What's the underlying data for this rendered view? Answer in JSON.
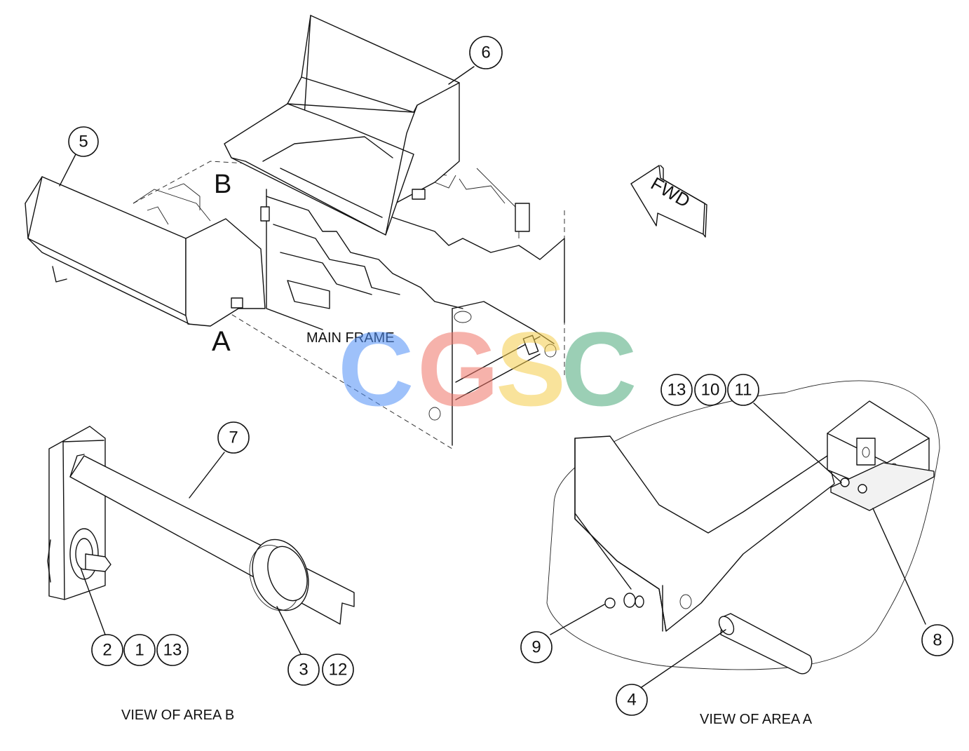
{
  "callouts": {
    "c1": "1",
    "c2": "2",
    "c3": "3",
    "c4": "4",
    "c5": "5",
    "c6": "6",
    "c7": "7",
    "c8": "8",
    "c9": "9",
    "c10": "10",
    "c11": "11",
    "c12": "12",
    "c13a": "13",
    "c13b": "13"
  },
  "labels": {
    "area_b_letter": "B",
    "area_a_letter": "A",
    "main_frame": "MAIN FRAME",
    "fwd": "FWD",
    "view_area_b": "VIEW OF AREA B",
    "view_area_a": "VIEW OF AREA A"
  },
  "watermark": {
    "letters": [
      "C",
      "G",
      "S",
      "C"
    ],
    "colors": [
      "#4f8ff7",
      "#f07467",
      "#f5cd4a",
      "#4aa87a"
    ]
  }
}
